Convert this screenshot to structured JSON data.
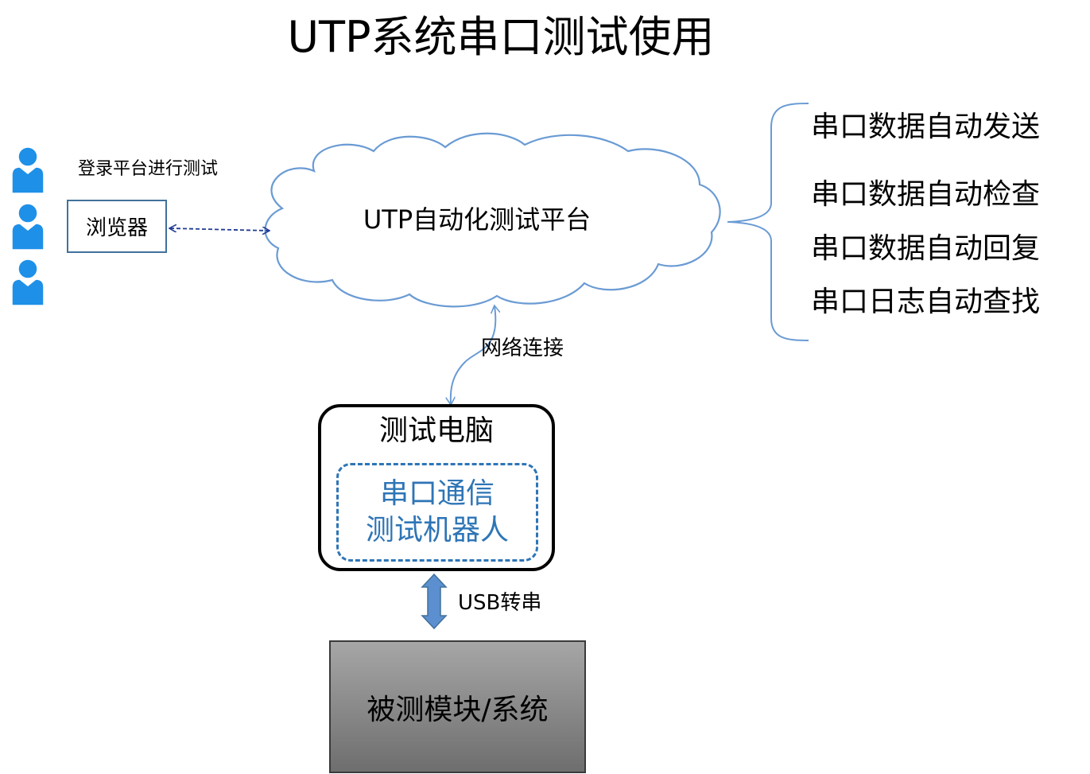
{
  "title": "UTP系统串口测试使用",
  "users": {
    "label": "登录平台进行测试",
    "icon": "user-icon",
    "count": 3,
    "color": "#1e90e8"
  },
  "browser": {
    "label": "浏览器"
  },
  "platform": {
    "label": "UTP自动化测试平台",
    "cloud_stroke": "#6a9bd4"
  },
  "features": [
    "串口数据自动发送",
    "串口数据自动检查",
    "串口数据自动回复",
    "串口日志自动查找"
  ],
  "network": {
    "label": "网络连接"
  },
  "test_pc": {
    "title": "测试电脑",
    "robot_lines": [
      "串口通信",
      "测试机器人"
    ],
    "robot_color": "#2e75b6"
  },
  "usb": {
    "label": "USB转串"
  },
  "dut": {
    "label": "被测模块/系统"
  }
}
